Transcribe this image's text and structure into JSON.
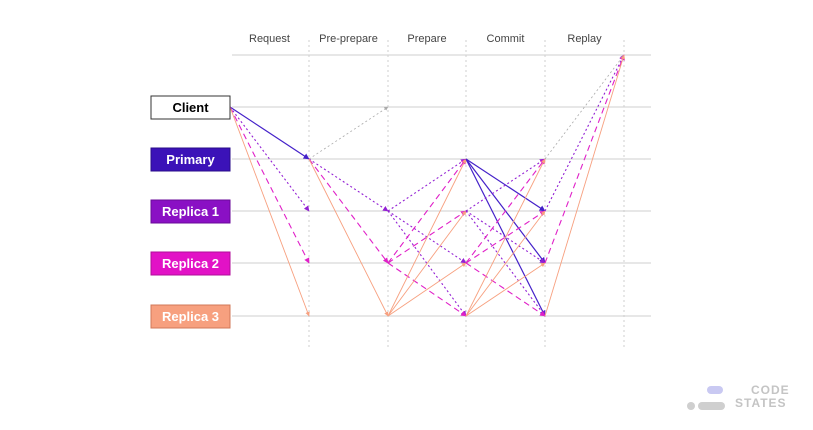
{
  "phases": [
    "Request",
    "Pre-prepare",
    "Prepare",
    "Commit",
    "Replay"
  ],
  "nodes": [
    {
      "label": "Client",
      "fill": "#ffffff",
      "text": "#000000",
      "border": "#333333"
    },
    {
      "label": "Primary",
      "fill": "#3b12b8",
      "text": "#ffffff",
      "border": "#2a0c8a"
    },
    {
      "label": "Replica 1",
      "fill": "#8a10c4",
      "text": "#ffffff",
      "border": "#6a0a98"
    },
    {
      "label": "Replica 2",
      "fill": "#e212c6",
      "text": "#ffffff",
      "border": "#b00e9a"
    },
    {
      "label": "Replica 3",
      "fill": "#f7a07f",
      "text": "#ffffff",
      "border": "#d07858"
    }
  ],
  "colors": {
    "grid": "#cfcfcf",
    "primary_msg": "#4421c9",
    "replica1_msg": "#9320d4",
    "replica2_msg": "#e020c8",
    "replica3_msg": "#f7a07f",
    "client_msg": "#aaaaaa"
  },
  "logo": {
    "line1": "CODE",
    "line2": "STATES"
  }
}
